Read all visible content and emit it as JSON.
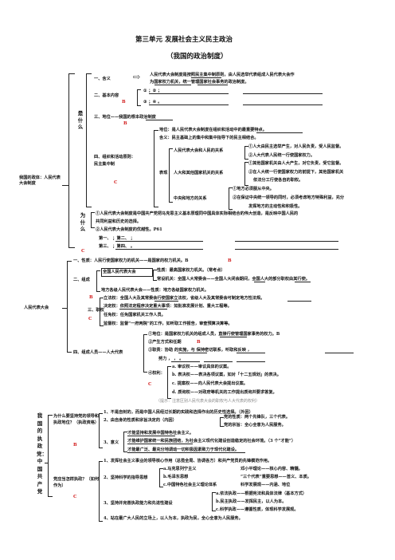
{
  "header": {
    "unit_line": "第三单元        发展社会主义民主政治",
    "subtitle": "（我国的政治制度）"
  },
  "markers": {
    "b": "B",
    "c": "C"
  },
  "section1": {
    "root": "我国的政体：人民代表大会制度",
    "what_is": "是什么",
    "why": "为什么",
    "items": {
      "meaning_label": "一、含义",
      "meaning_text1": "人民代表大会制度是按照民主集中制原则，由人民选举代表组成人民代表大会作",
      "meaning_text2": "为国家权力机关，统一管理国家社会事务的政治制度。",
      "basic_label": "二、基本内容",
      "basic_row1": "①                                              ；②                                              ；",
      "basic_row2": "③                                              ；④                                              。",
      "status": "三、地位——我国的根本政治制度",
      "org_label1": "四、组织和活动原则：",
      "org_label2": "民主集中制",
      "status_line": "地位：是人民代表大会制度在组织和活动中的最重要特点。",
      "meaning_line": "含义：民主基础上的集中和集中指导下的民主相结合。",
      "manifest": "表现",
      "rel1": "人民代表大会和人民的关系",
      "rel1_a": "①人大由民主选举产生，对人民负责，受人民监督。",
      "rel1_b": "②人大代表人民统一行使国家权力。",
      "rel2": "人大和其他国家机关的关系",
      "rel2_a": "①其他国家机关由人大产生，对它负责，受它监督。",
      "rel2_b": "②在人大统一行使国家权力的前提下，其他国家机关",
      "rel2_c": "依法分工行使各自的职权。",
      "rel3": "中央和地方的关系",
      "rel3_a": "①地方必须服从中央。",
      "rel3_b": "②在保证中央统一领导的同时，必须考虑地方特殊利益，充分",
      "rel3_c": "发挥地方的主动性和积极性。",
      "why1": "①人民代表大会制度是中国共产党把马克思主义基本原理同中国具体实际相结合的伟大创造，是反映中国人民的",
      "why1b": "共同利益和历史的选择。",
      "why2": "②人民代表大会制度的优越性。P61",
      "adv1": "第一、                                          ；第二、                                          ；",
      "adv2": "第三、                                          ；第四、                                          。"
    }
  },
  "section2": {
    "root": "人民代表大会",
    "nature": "一、性质：人民行使国家权力的机关——是国家的权力机关。B",
    "composition": "二、组成",
    "npc_nature": "全国人民代表大会",
    "npc_nature_line": "性质：最高国家权力机关。（常考点）",
    "npc_standing": "常设机关：全国人大常委会——全国人大闭会期间，全国人大的部分职权由其行使。",
    "local": "地方各级人民代表大会——性质：地方各级国家权力机关。",
    "powers": "三、职权",
    "p1": "立法权：全国人大及其常委会行使国家立法权，省级人大及其常委会可制定地方性法规。",
    "p2": "决定权：依照法定程序决定重大事项：如批准发展计划、重大工程等。",
    "p3": "任免权：任免国家机关工作人员。",
    "p4": "监督权：监督“一府两院”的工作，如听取工作报告，审查预算决算等。",
    "deputy": "四、组成人员——人大代表",
    "d1": "①地位：是国家权力机关的组成人员，直接行使管理国家事务的权力。B",
    "d2": "②产生方式和任期",
    "d3a": "③职责：协助                    的实施，与                    保持密切联系，听取和反映                    ，",
    "d3b": "努力                    ，                    ，                    。",
    "d4": "④权利：",
    "r1": "a. 审议权——审议具体的议案。",
    "r2": "b. 表决权——表决各项议案，如对「十二五规划」的表决。",
    "r3": "c. 提案权——向人民代表大会提出议案。",
    "r4": "d. 质询权——对政府等机关的工作提出质询并要求答复。",
    "caption": "（提示：注意区别人民代表大会的职权与人大代表的权利）"
  },
  "section3": {
    "root": "我国的执政党：中国共产党",
    "q1": "为什么要坚持党的领导和执政地位？（执政资格）",
    "a1": "1、不是自封的，而是中国人民经过长期的实践和选择作出的历史性选择。（外因）",
    "a2": "2、由自身的性质和宗旨决定的（内因）",
    "a2n": "党的性质：两个先锋队，三个代表。",
    "a2p": "党的宗旨：全心全意为人民服务。",
    "a3": "3、意义",
    "a3a": "才能坚持和发展中国特色社会主义。",
    "a3b": "才能维护国家统一和民族团结，为社会主义现代化建设创造稳定的社会环境。（3 个“才能”）",
    "a3c": "才能最广泛、最充分地调动一切积极因素致力于现代化建设。",
    "q2": "党应当怎样执政？（如何作为）",
    "s1": "1、发挥社会主义事业的领导核心作用（总揽全局、协调各方）和共产党员的先锋模范作用。",
    "s2": "2、坚持科学的指导思想",
    "s2a": "a.马克思列宁主义",
    "s2a2": "邓小平理论——核心内容、精髓。",
    "s2b": "b.毛泽东思想",
    "s2b2": "“三个代表”重要思想——首义、本质。",
    "s2c": "c.中国特色社会主义理论体系",
    "s2c2": "科学发展观——内涵、地位",
    "s3": "3、坚持并完善执政能力和先进性建设",
    "s3a": "a.依法执政——根据宪法和具体法律（基本方式）",
    "s3b": "b.民主执政——发挥民主，以人为本。",
    "s3c": "c.科学执政——遵循性质，体现科学发展观。",
    "s4": "4、站在最广大人民的立场上，以人为本，执政为民，全心全意为人民服务。"
  }
}
